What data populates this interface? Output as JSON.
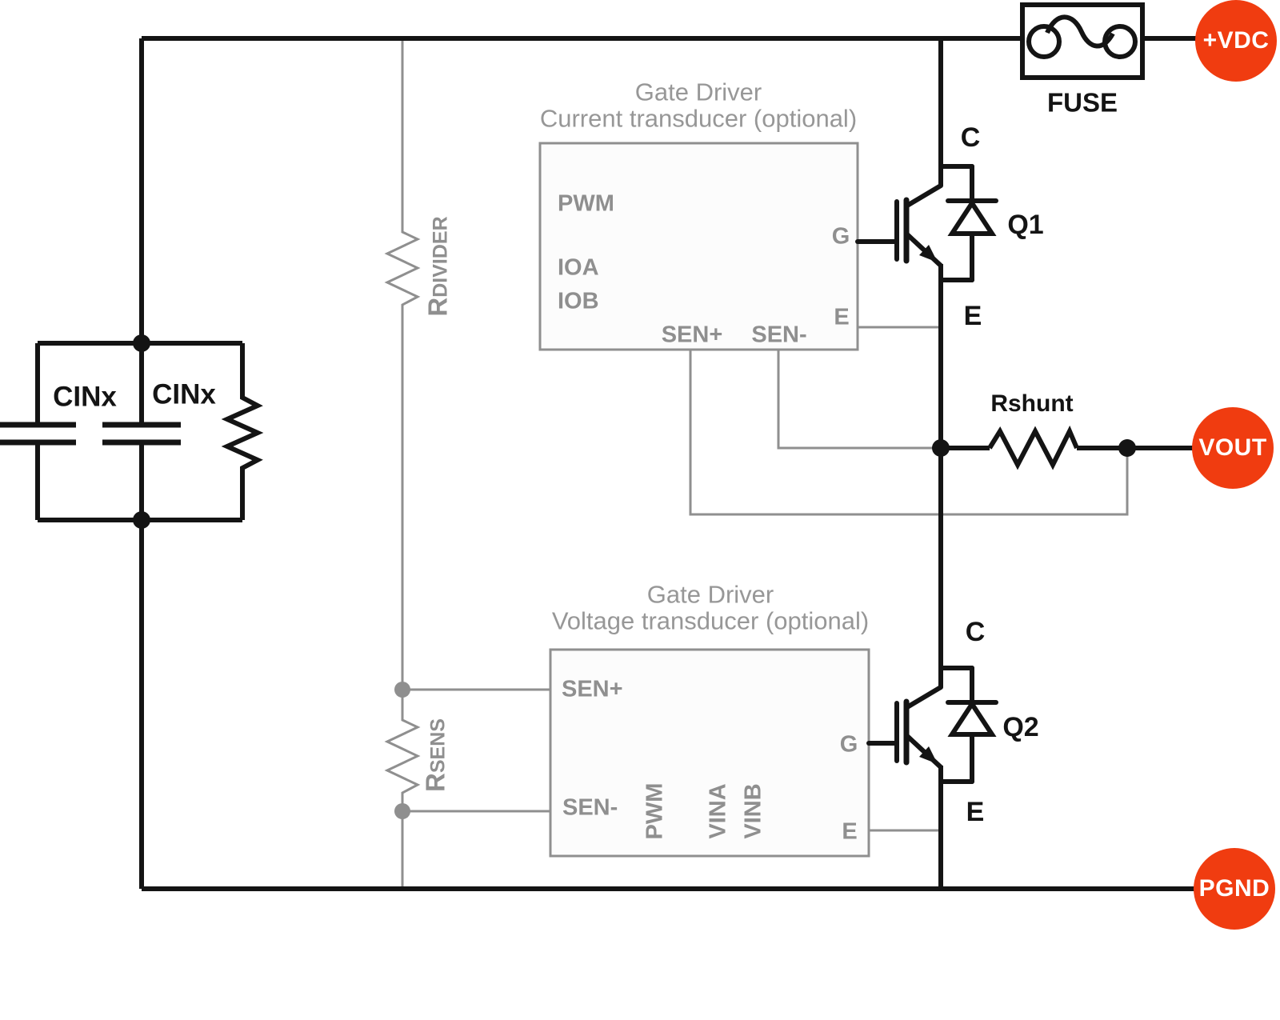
{
  "colors": {
    "accent": "#F03C10",
    "ink": "#141414",
    "gray": "#8F8F8F",
    "gray_title": "#979797"
  },
  "terminals": {
    "vdc": {
      "label": "+VDC"
    },
    "vout": {
      "label": "VOUT"
    },
    "pgnd": {
      "label": "PGND"
    }
  },
  "fuse": {
    "label": "FUSE"
  },
  "input_caps": {
    "cin_left": "CINx",
    "cin_mid": "CINx"
  },
  "resistors": {
    "rdivider": {
      "prefix": "R",
      "sub": "DIVIDER"
    },
    "rsens": {
      "prefix": "R",
      "sub": "SENS"
    },
    "rshunt": {
      "label": "Rshunt"
    }
  },
  "q1": {
    "designator": "Q1",
    "collector": "C",
    "emitter": "E"
  },
  "q2": {
    "designator": "Q2",
    "collector": "C",
    "emitter": "E"
  },
  "driver_top": {
    "title1": "Gate Driver",
    "title2": "Current transducer (optional)",
    "pins": {
      "pwm": "PWM",
      "ioa": "IOA",
      "iob": "IOB",
      "g": "G",
      "e": "E",
      "sen_plus": "SEN+",
      "sen_minus": "SEN-"
    }
  },
  "driver_bottom": {
    "title1": "Gate Driver",
    "title2": "Voltage transducer (optional)",
    "pins": {
      "sen_plus": "SEN+",
      "sen_minus": "SEN-",
      "pwm": "PWM",
      "vina": "VINA",
      "vinb": "VINB",
      "g": "G",
      "e": "E"
    }
  }
}
